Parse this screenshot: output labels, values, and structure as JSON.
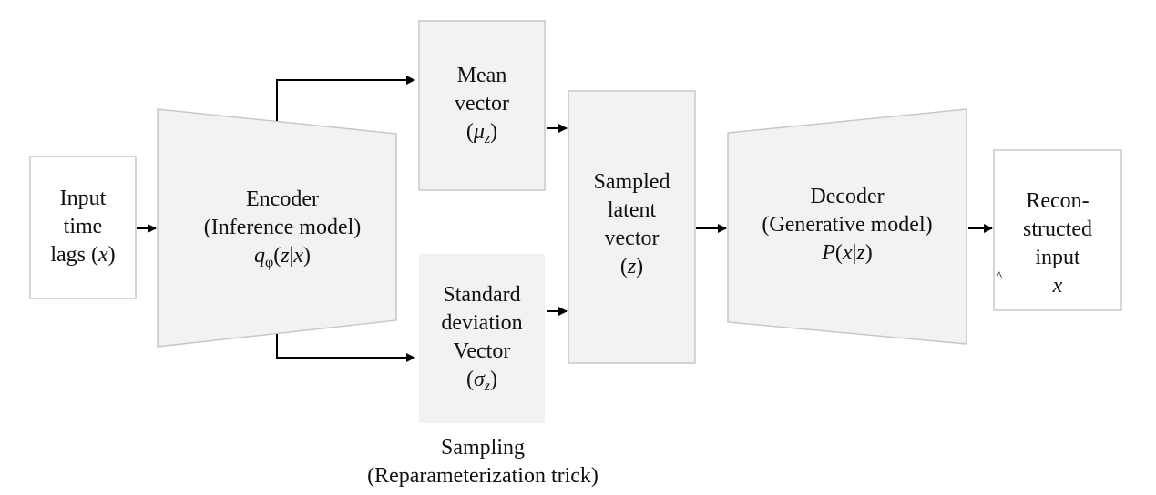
{
  "input": {
    "line1": "Input",
    "line2": "time",
    "line3_text": "lags (",
    "line3_var": "x",
    "line3_close": ")"
  },
  "encoder": {
    "line1": "Encoder",
    "line2": "(Inference model)",
    "formula_q": "q",
    "formula_sub": "φ",
    "formula_args_open": "(",
    "formula_z": "z",
    "formula_bar": "|",
    "formula_x": "x",
    "formula_args_close": ")"
  },
  "mean": {
    "line1": "Mean",
    "line2": "vector",
    "open": "(",
    "symbol": "μ",
    "sub": "z",
    "close": ")"
  },
  "std": {
    "line1": "Standard",
    "line2": "deviation",
    "line3": "Vector",
    "open": "(",
    "symbol": "σ",
    "sub": "z",
    "close": ")"
  },
  "latent": {
    "line1": "Sampled",
    "line2": "latent",
    "line3": "vector",
    "open": "(",
    "var": "z",
    "close": ")"
  },
  "decoder": {
    "line1": "Decoder",
    "line2": "(Generative model)",
    "formula_P": "P",
    "formula_open": "(",
    "formula_x": "x",
    "formula_bar": "|",
    "formula_z": "z",
    "formula_close": ")"
  },
  "output": {
    "line1": "Recon-",
    "line2": "structed",
    "line3_text": "input ",
    "line3_var": "x"
  },
  "sampling": {
    "line1": "Sampling",
    "line2": "(Reparameterization trick)"
  },
  "colors": {
    "box_fill": "#f2f2f2",
    "box_stroke": "#c8c8c8",
    "arrow": "#000000"
  }
}
